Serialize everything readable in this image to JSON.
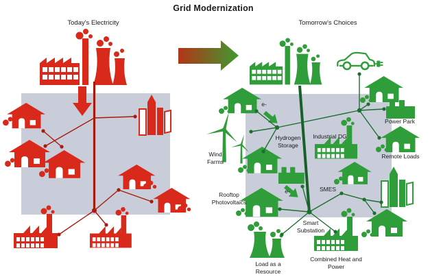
{
  "title": "Grid Modernization",
  "panels": {
    "today": {
      "header": "Today's Electricity"
    },
    "tomorrow": {
      "header": "Tomorrow's Choices"
    }
  },
  "labels": {
    "wind_farms": "Wind Farms",
    "rooftop_photovoltaics": "Rooftop Photovoltaics",
    "hydrogen_storage": "Hydrogen Storage",
    "industrial_dg": "Industrial DG",
    "power_park": "Power Park",
    "remote_loads": "Remote Loads",
    "smes": "SMES",
    "smart_substation": "Smart Substation",
    "load_as_a_resource": "Load as a Resource",
    "combined_heat_and_power": "Combined Heat and Power",
    "electron_flow_1": "e-",
    "electron_flow_2": "e-"
  },
  "icons": {
    "left": [
      "smokestack-power-plant-icon",
      "down-arrow-icon",
      "house-icon",
      "city-buildings-icon",
      "factory-icon"
    ],
    "right": [
      "smokestack-power-plant-icon",
      "electric-car-icon",
      "wind-turbine-icon",
      "house-icon",
      "storage-building-icon",
      "factory-icon",
      "cooling-towers-icon",
      "city-buildings-icon",
      "electron-arrow-icon"
    ]
  },
  "colors": {
    "red": "#d8291a",
    "red_dark": "#a81a0e",
    "green": "#2f9e3a",
    "green_dark": "#1d6e31",
    "green_deep": "#176029",
    "panel": "#c8cdd9",
    "arrow_gradient_start": "#b23517",
    "arrow_gradient_end": "#3e9a2f",
    "text": "#1a1a1a"
  }
}
